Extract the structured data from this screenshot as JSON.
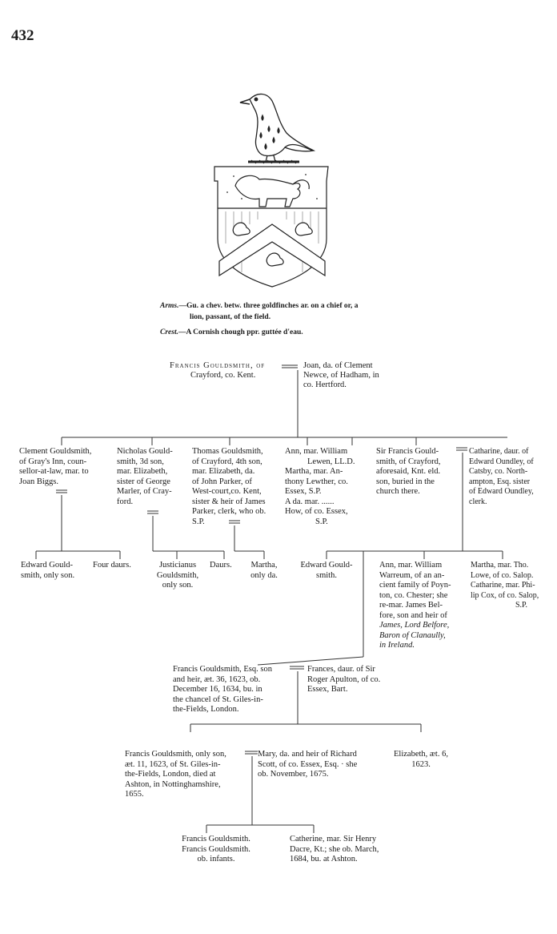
{
  "page_number": "432",
  "heraldry": {
    "arms_label": "Arms.",
    "arms_text_1": "—Gu. a chev. betw. three goldfinches ar. on a chief or, a",
    "arms_text_2": "lion, passant, of the field.",
    "crest_label": "Crest.",
    "crest_text": "—A Cornish chough ppr. guttée d'eau."
  },
  "gen1": {
    "francis_1": "Francis Gouldsmith, of",
    "francis_2": "Crayford, co. Kent.",
    "joan_1": "Joan, da. of Clement",
    "joan_2": "Newce, of Hadham, in",
    "joan_3": "co. Hertford."
  },
  "gen2": {
    "clement": [
      "Clement Gouldsmith,",
      "of Gray's Inn, coun-",
      "sellor-at-law, mar. to",
      "Joan Biggs."
    ],
    "nicholas": [
      "Nicholas Gould-",
      "smith, 3d son,",
      "mar. Elizabeth,",
      "sister of George",
      "Marler, of Cray-",
      "ford."
    ],
    "thomas": [
      "Thomas Gouldsmith,",
      "of Crayford, 4th son,",
      "mar. Elizabeth, da.",
      "of John Parker, of",
      "West-court,co. Kent,",
      "sister & heir of James",
      "Parker, clerk, who ob.",
      "S.P."
    ],
    "ann": [
      "Ann, mar. William",
      "Lewen, LL.D.",
      "Martha, mar. An-",
      "thony Lewther, co.",
      "Essex, S.P.",
      "A da. mar. ......",
      "How, of co. Essex,",
      "S.P."
    ],
    "sir_francis": [
      "Sir Francis Gould-",
      "smith, of Crayford,",
      "aforesaid, Knt. eld.",
      "son, buried in the",
      "church there."
    ],
    "catharine": [
      "Catharine, daur. of",
      "Edward Oundley, of",
      "Catsby, co. North-",
      "ampton, Esq. sister",
      "of Edward Oundley,",
      "clerk."
    ]
  },
  "gen3": {
    "edward_1": [
      "Edward Gould-",
      "smith, only son."
    ],
    "four_daurs": "Four daurs.",
    "justicianus": [
      "Justicianus",
      "Gouldsmith,",
      "only son."
    ],
    "daurs": "Daurs.",
    "martha_1": [
      "Martha,",
      "only da."
    ],
    "edward_2": [
      "Edward Gould-",
      "smith."
    ],
    "ann_2": [
      "Ann, mar. William",
      "Warreum, of an an-",
      "cient family of Poyn-",
      "ton, co. Chester; she",
      "re-mar. James Bel-",
      "fore, son and heir of"
    ],
    "ann_2_italic": [
      "James, Lord Belfore,",
      "Baron of Clanaully,",
      "in Ireland."
    ],
    "martha_2": [
      "Martha, mar. Tho.",
      "Lowe, of co. Salop.",
      "Catharine, mar. Phi-",
      "lip Cox, of co. Salop,",
      "S.P."
    ]
  },
  "gen4": {
    "francis": [
      "Francis Gouldsmith, Esq. son",
      "and heir, æt. 36, 1623, ob.",
      "December 16, 1634, bu. in",
      "the chancel of St. Giles-in-",
      "the-Fields, London."
    ],
    "frances": [
      "Frances, daur. of Sir",
      "Roger Apulton, of co.",
      "Essex, Bart."
    ]
  },
  "gen5": {
    "francis": [
      "Francis Gouldsmith, only son,",
      "æt. 11, 1623, of St. Giles-in-",
      "the-Fields, London, died at",
      "Ashton, in Nottinghamshire,",
      "1655."
    ],
    "mary": [
      "Mary, da. and heir of Richard",
      "Scott, of co. Essex, Esq. · she",
      "ob. November, 1675."
    ],
    "elizabeth": [
      "Elizabeth, æt. 6,",
      "1623."
    ]
  },
  "gen6": {
    "infants": [
      "Francis Gouldsmith.",
      "Francis Gouldsmith.",
      "ob. infants."
    ],
    "catherine": [
      "Catherine, mar. Sir Henry",
      "Dacre, Kt.; she ob. March,",
      "1684, bu. at Ashton."
    ]
  }
}
